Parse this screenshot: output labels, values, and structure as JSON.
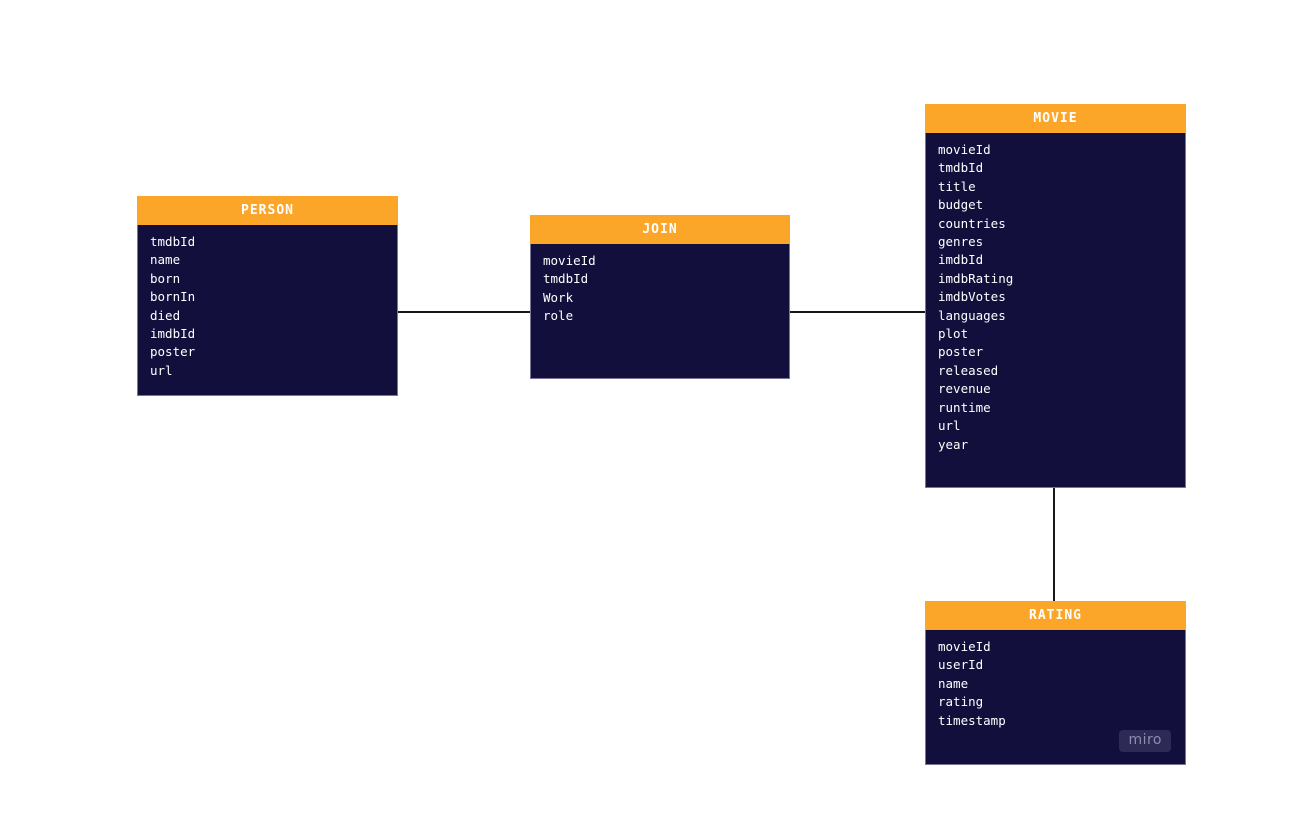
{
  "canvas": {
    "background_color": "#ffffff"
  },
  "colors": {
    "header_fill": "#fca629",
    "header_text": "#ffffff",
    "body_fill": "#120f3d",
    "field_text": "#ffffff",
    "connector": "#161616",
    "watermark_bg": "#2d2a56",
    "watermark_text": "#8f8cb0"
  },
  "entities": {
    "person": {
      "title": "PERSON",
      "fields": [
        "tmdbId",
        "name",
        "born",
        "bornIn",
        "died",
        "imdbId",
        "poster",
        "url"
      ]
    },
    "join": {
      "title": "JOIN",
      "fields": [
        "movieId",
        "tmdbId",
        "Work",
        "role"
      ]
    },
    "movie": {
      "title": "MOVIE",
      "fields": [
        "movieId",
        "tmdbId",
        "title",
        "budget",
        "countries",
        "genres",
        "imdbId",
        "imdbRating",
        "imdbVotes",
        "languages",
        "plot",
        "poster",
        "released",
        "revenue",
        "runtime",
        "url",
        "year"
      ]
    },
    "rating": {
      "title": "RATING",
      "fields": [
        "movieId",
        "userId",
        "name",
        "rating",
        "timestamp"
      ]
    }
  },
  "connections": [
    {
      "from": "PERSON",
      "to": "JOIN"
    },
    {
      "from": "JOIN",
      "to": "MOVIE"
    },
    {
      "from": "MOVIE",
      "to": "RATING"
    }
  ],
  "watermark": {
    "label": "miro"
  }
}
